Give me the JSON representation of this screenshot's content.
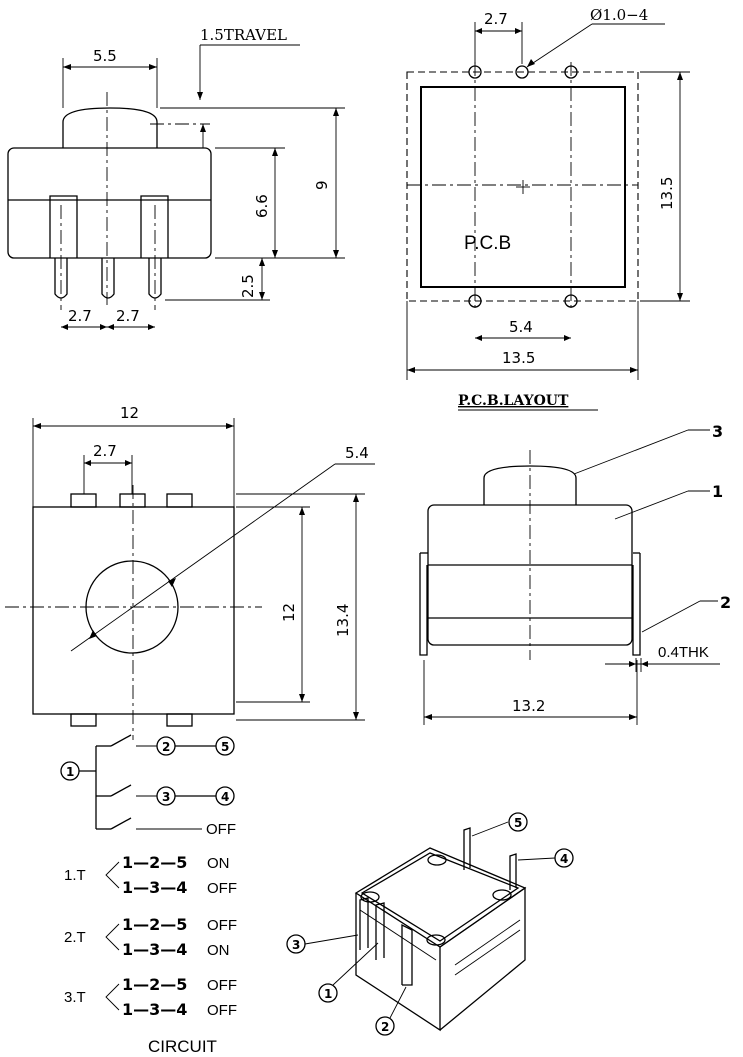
{
  "side_view": {
    "dim_width": "5.5",
    "dim_travel": "1.5TRAVEL",
    "dim_body_height": "6.6",
    "dim_total_height": "9",
    "dim_pin_length": "2.5",
    "dim_pitch_left": "2.7",
    "dim_pitch_right": "2.7"
  },
  "pcb_layout": {
    "dim_hole_pitch": "2.7",
    "dim_hole": "Ø1.0−4",
    "dim_height": "13.5",
    "label": "P.C.B",
    "dim_hole_span": "5.4",
    "dim_width": "13.5",
    "title": "P.C.B.LAYOUT"
  },
  "top_view": {
    "dim_width": "12",
    "dim_pitch": "2.7",
    "dim_diameter": "5.4",
    "dim_inner": "12",
    "dim_outer": "13.4"
  },
  "front_view": {
    "callout_3": "3",
    "callout_1": "1",
    "callout_2": "2",
    "dim_thickness": "0.4THK",
    "dim_width": "13.2"
  },
  "circuit": {
    "common": "①",
    "pos1_a": "②",
    "pos1_b": "⑤",
    "pos2_a": "③",
    "pos2_b": "④",
    "off_label": "OFF",
    "t1_label": "1.T",
    "t1_row1": "1—2—5",
    "t1_row1_state": "ON",
    "t1_row2": "1—3—4",
    "t1_row2_state": "OFF",
    "t2_label": "2.T",
    "t2_row1": "1—2—5",
    "t2_row1_state": "OFF",
    "t2_row2": "1—3—4",
    "t2_row2_state": "ON",
    "t3_label": "3.T",
    "t3_row1": "1—2—5",
    "t3_row1_state": "OFF",
    "t3_row2": "1—3—4",
    "t3_row2_state": "OFF",
    "title": "CIRCUIT"
  },
  "iso_view": {
    "pin5": "⑤",
    "pin4": "④",
    "pin3": "③",
    "pin1": "①",
    "pin2": "②"
  }
}
